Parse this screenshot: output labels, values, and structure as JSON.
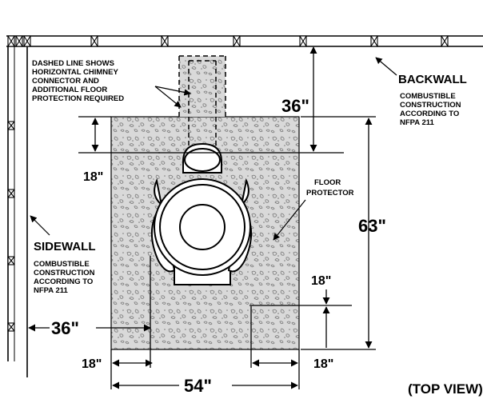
{
  "diagram": {
    "note_dashed": [
      "DASHED LINE SHOWS",
      "HORIZONTAL CHIMNEY",
      "CONNECTOR AND",
      "ADDITIONAL FLOOR",
      "PROTECTION REQUIRED"
    ],
    "backwall": {
      "title": "BACKWALL",
      "desc": [
        "COMBUSTIBLE",
        "CONSTRUCTION",
        "ACCORDING TO",
        "NFPA 211"
      ]
    },
    "sidewall": {
      "title": "SIDEWALL",
      "desc": [
        "COMBUSTIBLE",
        "CONSTRUCTION",
        "ACCORDING TO",
        "NFPA 211"
      ]
    },
    "floor_protector": [
      "FLOOR",
      "PROTECTOR"
    ],
    "dimensions": {
      "back_clearance": "36\"",
      "side_clearance": "36\"",
      "rear_extension": "18\"",
      "front_extension": "18\"",
      "left_extension": "18\"",
      "right_extension": "18\"",
      "depth": "63\"",
      "width": "54\""
    },
    "view_label": "(TOP VIEW)",
    "colors": {
      "line": "#000000",
      "pad_fill": "#d8d8d8",
      "pad_speckle": "#8a8a8a"
    }
  }
}
